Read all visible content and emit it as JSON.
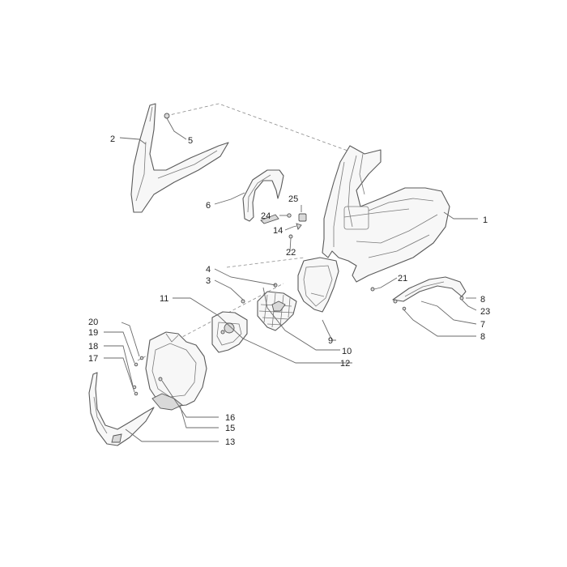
{
  "diagram": {
    "callouts": [
      {
        "id": "c1",
        "label": "1"
      },
      {
        "id": "c2",
        "label": "2"
      },
      {
        "id": "c3",
        "label": "3"
      },
      {
        "id": "c4",
        "label": "4"
      },
      {
        "id": "c5",
        "label": "5"
      },
      {
        "id": "c6",
        "label": "6"
      },
      {
        "id": "c7",
        "label": "7"
      },
      {
        "id": "c8a",
        "label": "8"
      },
      {
        "id": "c8b",
        "label": "8"
      },
      {
        "id": "c9",
        "label": "9"
      },
      {
        "id": "c10",
        "label": "10"
      },
      {
        "id": "c11",
        "label": "11"
      },
      {
        "id": "c12",
        "label": "12"
      },
      {
        "id": "c13",
        "label": "13"
      },
      {
        "id": "c14",
        "label": "14"
      },
      {
        "id": "c15",
        "label": "15"
      },
      {
        "id": "c16",
        "label": "16"
      },
      {
        "id": "c17",
        "label": "17"
      },
      {
        "id": "c18",
        "label": "18"
      },
      {
        "id": "c19",
        "label": "19"
      },
      {
        "id": "c20",
        "label": "20"
      },
      {
        "id": "c21",
        "label": "21"
      },
      {
        "id": "c22",
        "label": "22"
      },
      {
        "id": "c23",
        "label": "23"
      },
      {
        "id": "c24",
        "label": "24"
      },
      {
        "id": "c25",
        "label": "25"
      }
    ]
  }
}
